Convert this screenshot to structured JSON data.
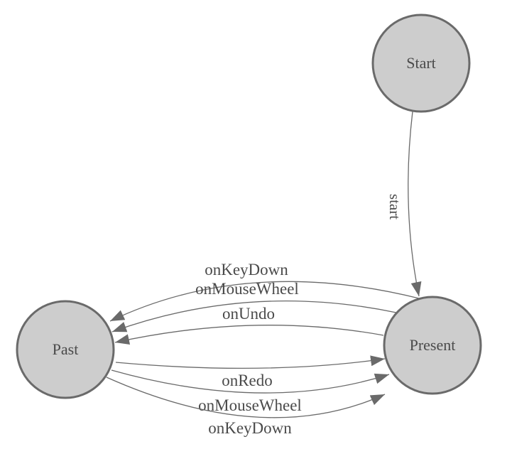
{
  "diagram": {
    "type": "state-machine",
    "nodes": [
      {
        "id": "start",
        "label": "Start"
      },
      {
        "id": "present",
        "label": "Present"
      },
      {
        "id": "past",
        "label": "Past"
      }
    ],
    "edges": [
      {
        "from": "start",
        "to": "present",
        "label": "start"
      },
      {
        "from": "present",
        "to": "past",
        "label": "onKeyDown"
      },
      {
        "from": "present",
        "to": "past",
        "label": "onMouseWheel"
      },
      {
        "from": "present",
        "to": "past",
        "label": "onUndo"
      },
      {
        "from": "past",
        "to": "present",
        "label": "onRedo"
      },
      {
        "from": "past",
        "to": "present",
        "label": "onMouseWheel"
      },
      {
        "from": "past",
        "to": "present",
        "label": "onKeyDown"
      }
    ],
    "colors": {
      "background": "#ffffff",
      "node_fill": "#cdcdcd",
      "node_stroke": "#6a6a6a",
      "edge_stroke": "#6a6a6a",
      "text": "#4a4a4a"
    }
  }
}
